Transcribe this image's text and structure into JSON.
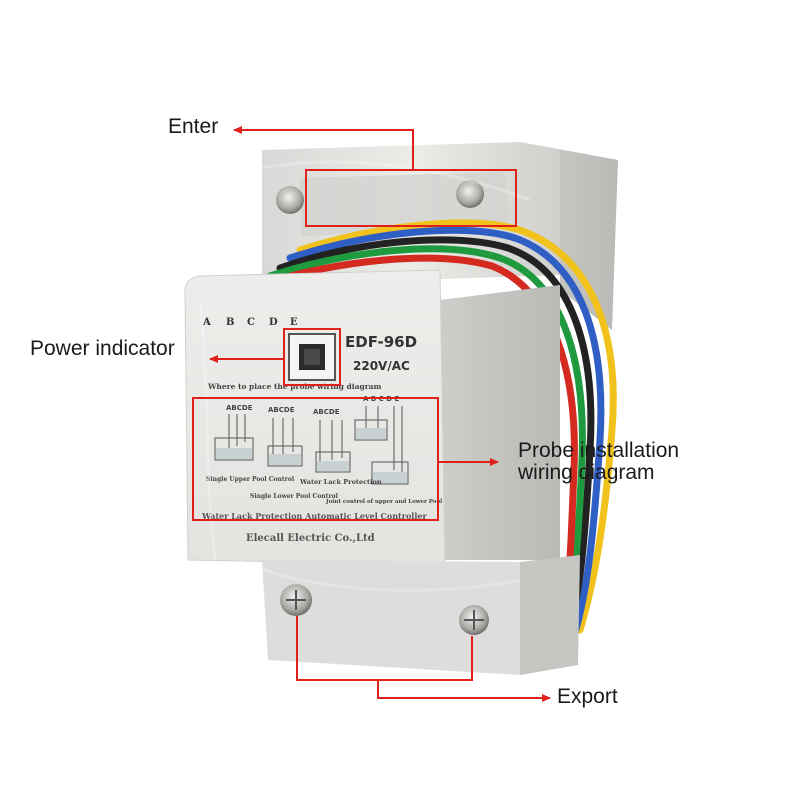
{
  "callouts": {
    "enter": "Enter",
    "power_indicator": "Power indicator",
    "probe_line1": "Probe installation",
    "probe_line2": "wiring diagram",
    "export": "Export"
  },
  "device": {
    "model": "EDF-96D",
    "voltage": "220V/AC",
    "terminal_letters": [
      "A",
      "B",
      "C",
      "D",
      "E"
    ],
    "diagram_title": "Where to place the probe wiring diagram",
    "diagram_groups": [
      "ABCDE",
      "ABCDE",
      "ABCDE",
      "A B C  D E"
    ],
    "caption_single_upper": "Single Upper Pool Control",
    "caption_water_lack": "Water Lack Protection",
    "caption_single_lower": "Single Lower Pool Control",
    "caption_joint": "Joint control of upper and Lower Pool",
    "product_line": "Water Lack Protection Automatic Level Controller",
    "maker": "Elecall Electric Co.,Ltd"
  },
  "colors": {
    "callout_red": "#e0201b",
    "housing": "#e6e6e4",
    "wire_red": "#d42a20",
    "wire_green": "#1f9a3e",
    "wire_blue": "#2f5fc4",
    "wire_yellow": "#f2c21c",
    "wire_black": "#222222"
  }
}
